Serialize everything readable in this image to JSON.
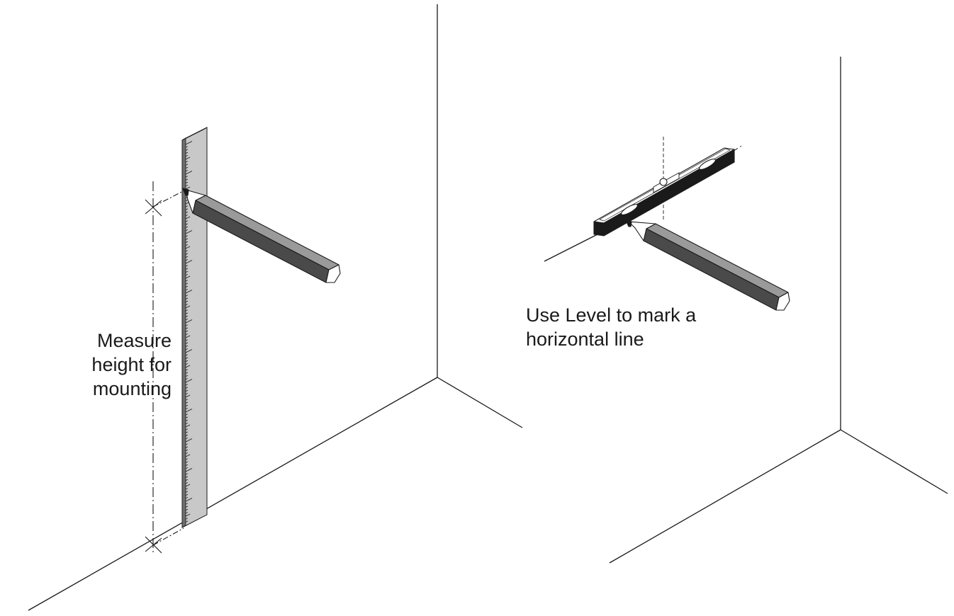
{
  "labels": {
    "measure": [
      "Measure",
      "height for",
      "mounting"
    ],
    "level": [
      "Use Level to mark a",
      "horizontal line"
    ]
  },
  "colors": {
    "line": "#1a1a1a",
    "ruler_face": "#c8c8c8",
    "ruler_edge": "#6e6e6e",
    "pencil_body": "#6a6a6a",
    "pencil_dark": "#3a3a3a",
    "pencil_light": "#9a9a9a",
    "level_dark": "#1a1a1a"
  },
  "icons": [
    "ruler-icon",
    "pencil-icon",
    "level-icon"
  ]
}
